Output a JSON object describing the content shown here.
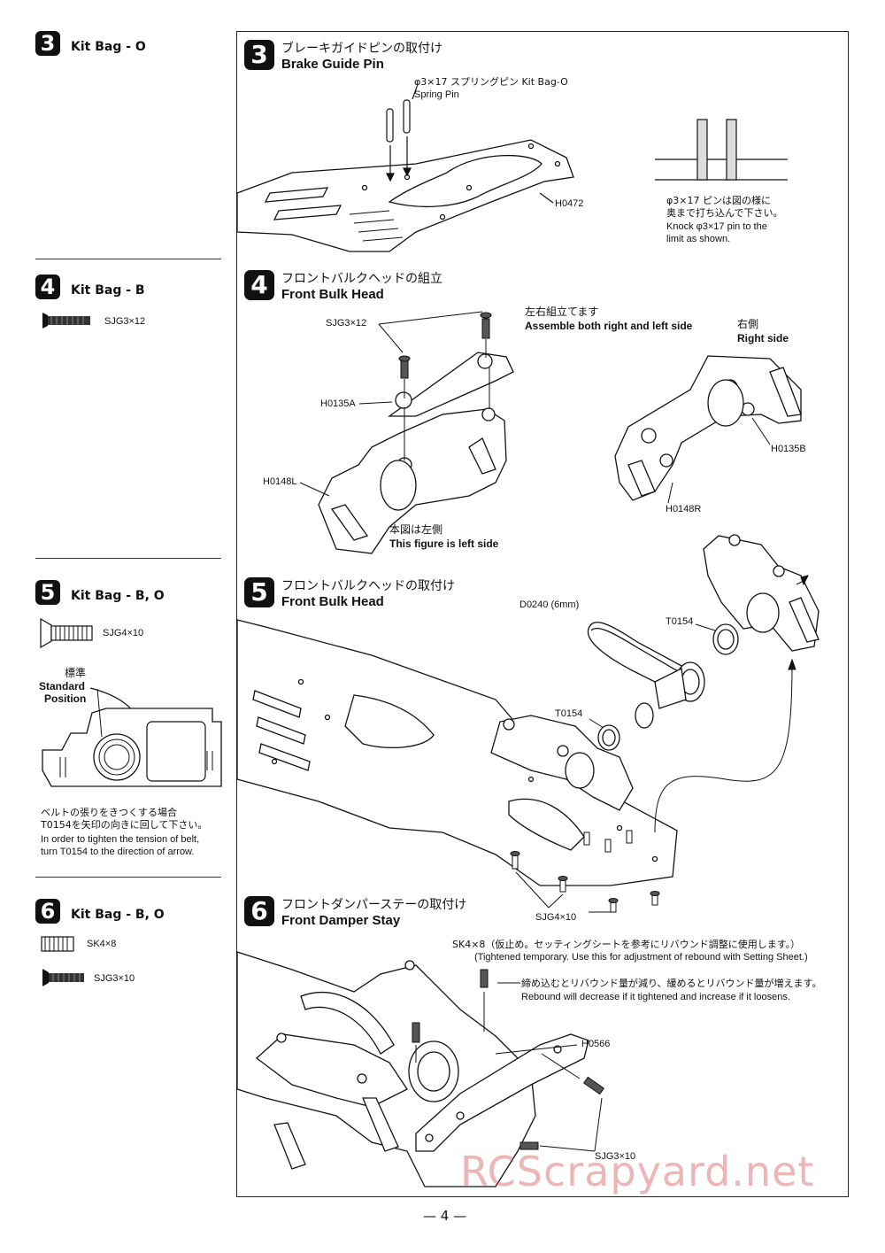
{
  "sidebar": {
    "bags": [
      {
        "num": "3",
        "title": "Kit Bag - O"
      },
      {
        "num": "4",
        "title": "Kit Bag - B"
      },
      {
        "num": "5",
        "title": "Kit Bag - B, O"
      },
      {
        "num": "6",
        "title": "Kit Bag - B, O"
      }
    ],
    "parts": {
      "sjg3x12": "SJG3×12",
      "sjg4x10": "SJG4×10",
      "sk4x8": "SK4×8",
      "sjg3x10": "SJG3×10"
    },
    "standard_jp": "標準",
    "standard_en_1": "Standard",
    "standard_en_2": "Position",
    "tension_jp_1": "ベルトの張りをきつくする場合",
    "tension_jp_2": "T0154を矢印の向きに回して下さい。",
    "tension_en_1": "In order to tighten the tension of belt,",
    "tension_en_2": "turn T0154 to the direction of arrow."
  },
  "steps": [
    {
      "num": "3",
      "jp": "ブレーキガイドピンの取付け",
      "en": "Brake Guide Pin"
    },
    {
      "num": "4",
      "jp": "フロントバルクヘッドの組立",
      "en": "Front Bulk Head"
    },
    {
      "num": "5",
      "jp": "フロントバルクヘッドの取付け",
      "en": "Front Bulk Head"
    },
    {
      "num": "6",
      "jp": "フロントダンパーステーの取付け",
      "en": "Front Damper Stay"
    }
  ],
  "step3": {
    "pin_label_1": "φ3×17 スプリングピン Kit Bag-O",
    "pin_label_2": "Spring Pin",
    "part": "H0472",
    "knock_jp_1": "φ3×17 ピンは図の様に",
    "knock_jp_2": "奥まで打ち込んで下さい。",
    "knock_en_1": "Knock φ3×17 pin to the",
    "knock_en_2": "limit as shown."
  },
  "step4": {
    "screw": "SJG3×12",
    "h0135a": "H0135A",
    "h0148l": "H0148L",
    "assemble_jp": "左右組立てます",
    "assemble_en": "Assemble both right and left side",
    "right_jp": "右側",
    "right_en": "Right side",
    "h0135b": "H0135B",
    "h0148r": "H0148R",
    "left_jp": "本図は左側",
    "left_en": "This figure is left side"
  },
  "step5": {
    "belt": "D0240 (6mm)",
    "t0154_a": "T0154",
    "t0154_b": "T0154",
    "screw": "SJG4×10"
  },
  "step6": {
    "sk_note_1": "SK4×8（仮止め。セッティングシートを参考にリバウンド調整に使用します。）",
    "sk_note_2": "(Tightened temporary.  Use this for adjustment of rebound with Setting Sheet.)",
    "rebound_jp": "締め込むとリバウンド量が減り、緩めるとリバウンド量が増えます。",
    "rebound_en": "Rebound will decrease if it tightened and increase if it loosens.",
    "h0566": "H0566",
    "screw": "SJG3×10"
  },
  "watermark": "RCScrapyard.net",
  "page_number": "— 4 —"
}
